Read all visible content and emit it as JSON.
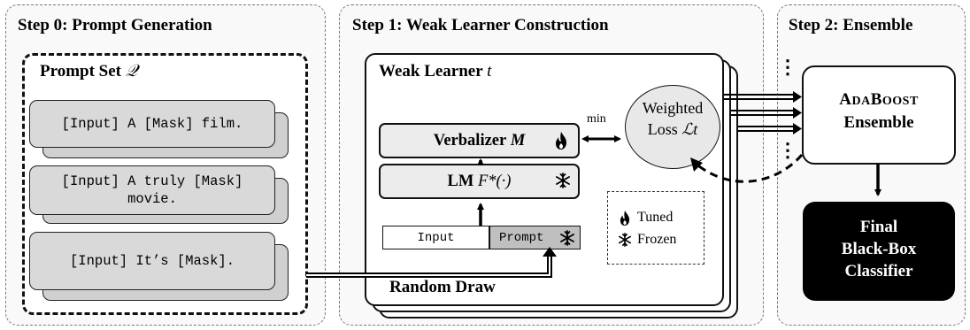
{
  "steps": {
    "step0_title": "Step 0: Prompt Generation",
    "step1_title": "Step 1: Weak Learner Construction",
    "step2_title": "Step 2: Ensemble"
  },
  "prompt_set": {
    "title": "Prompt Set ",
    "symbol": "𝒬",
    "prompts": [
      "[Input] A [Mask] film.",
      "[Input] A truly [Mask] movie.",
      "[Input] It’s [Mask]."
    ]
  },
  "weak_learner": {
    "title": "Weak Learner ",
    "symbol": "t",
    "verbalizer_label": "Verbalizer ",
    "verbalizer_symbol": "M",
    "lm_label": "LM ",
    "lm_symbol": "F*(·)",
    "input_label": "Input",
    "prompt_label": "Prompt",
    "random_draw": "Random Draw",
    "min_label": "min",
    "loss_line1": "Weighted",
    "loss_line2": "Loss ",
    "loss_symbol": "ℒt"
  },
  "legend": {
    "tuned": "Tuned",
    "frozen": "Frozen"
  },
  "ensemble": {
    "ada_small1": "A",
    "ada_small2": "DA",
    "ada_small3": "B",
    "ada_small4": "OOST",
    "ensemble_label": "Ensemble",
    "final_line1": "Final",
    "final_line2": "Black-Box",
    "final_line3": "Classifier",
    "dots": "⋮"
  },
  "icons": {
    "tuned": "flame-icon",
    "frozen": "snowflake-icon"
  }
}
